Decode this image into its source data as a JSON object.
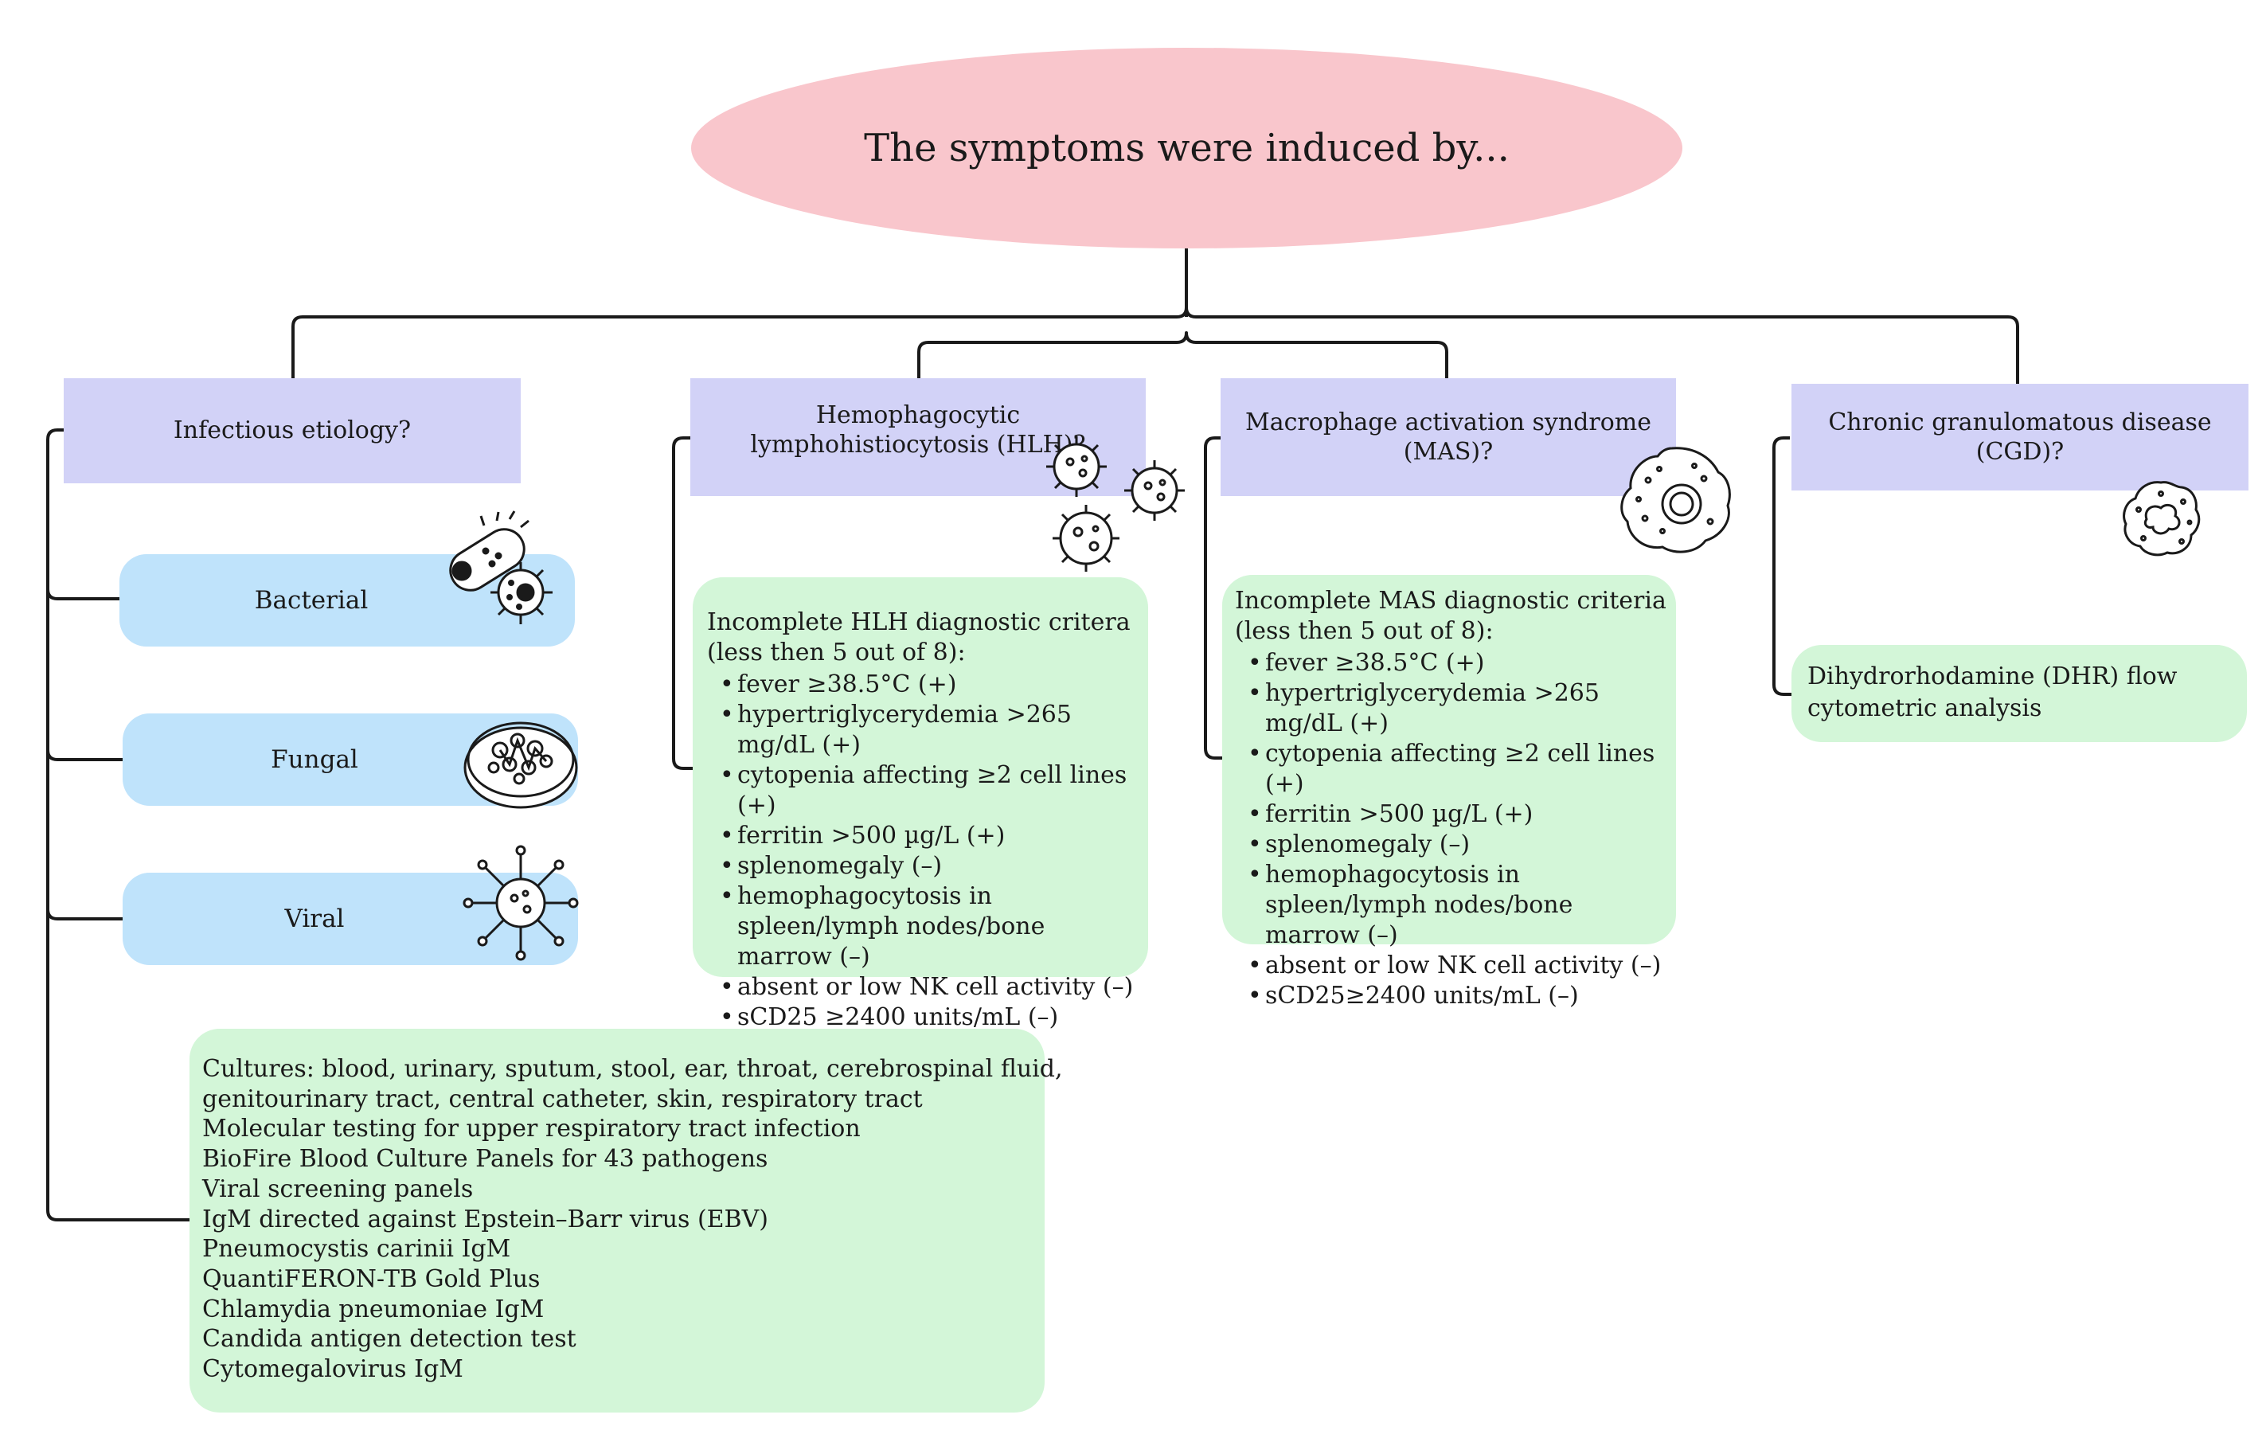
{
  "root": {
    "title": "The symptoms were induced by..."
  },
  "branches": {
    "infectious": {
      "title": "Infectious etiology?",
      "subtypes": [
        {
          "label": "Bacterial",
          "icon": "bacteria-icon"
        },
        {
          "label": "Fungal",
          "icon": "petri-dish-icon"
        },
        {
          "label": "Viral",
          "icon": "virus-icon"
        }
      ],
      "tests": [
        "Cultures: blood, urinary, sputum, stool, ear, throat, cerebrospinal fluid,",
        "genitourinary tract, central catheter, skin, respiratory tract",
        "Molecular testing for upper respiratory tract infection",
        "BioFire Blood Culture Panels for 43 pathogens",
        "Viral screening panels",
        "IgM directed against Epstein–Barr virus (EBV)",
        "Pneumocystis carinii IgM",
        "QuantiFERON-TB Gold Plus",
        "Chlamydia pneumoniae IgM",
        "Candida antigen detection test",
        "Cytomegalovirus IgM"
      ]
    },
    "hlh": {
      "title": "Hemophagocytic lymphohistiocytosis (HLH)?",
      "icon": "virus-cluster-icon",
      "criteria_intro": "Incomplete HLH diagnostic critera (less then 5 out of 8):",
      "criteria": [
        "fever ≥38.5°C (+)",
        "hypertriglycerydemia >265 mg/dL (+)",
        "cytopenia affecting ≥2 cell lines (+)",
        "ferritin >500 µg/L  (+)",
        "splenomegaly (–)",
        "hemophagocytosis in spleen/lymph nodes/bone marrow (–)",
        "absent or low NK cell activity (–)",
        "sCD25 ≥2400 units/mL (–)"
      ]
    },
    "mas": {
      "title": "Macrophage activation syndrome (MAS)?",
      "icon": "macrophage-icon",
      "criteria_intro": "Incomplete MAS diagnostic criteria (less then 5 out of 8):",
      "criteria": [
        "fever ≥38.5°C  (+)",
        "hypertriglycerydemia >265 mg/dL (+)",
        "cytopenia affecting ≥2 cell lines (+)",
        "ferritin >500 µg/L (+)",
        "splenomegaly (–)",
        "hemophagocytosis in spleen/lymph nodes/bone marrow (–)",
        "absent or low NK cell activity (–)",
        "sCD25≥2400 units/mL (–)"
      ]
    },
    "cgd": {
      "title": "Chronic granulomatous disease (CGD)?",
      "icon": "neutrophil-icon",
      "test": "Dihydrorhodamine (DHR) flow cytometric analysis"
    }
  },
  "colors": {
    "root_fill": "#f9c6cc",
    "header_fill": "#d2d2f7",
    "pill_fill": "#bfe3fb",
    "detail_fill": "#d3f6d8",
    "connector": "#1a1a1a"
  }
}
